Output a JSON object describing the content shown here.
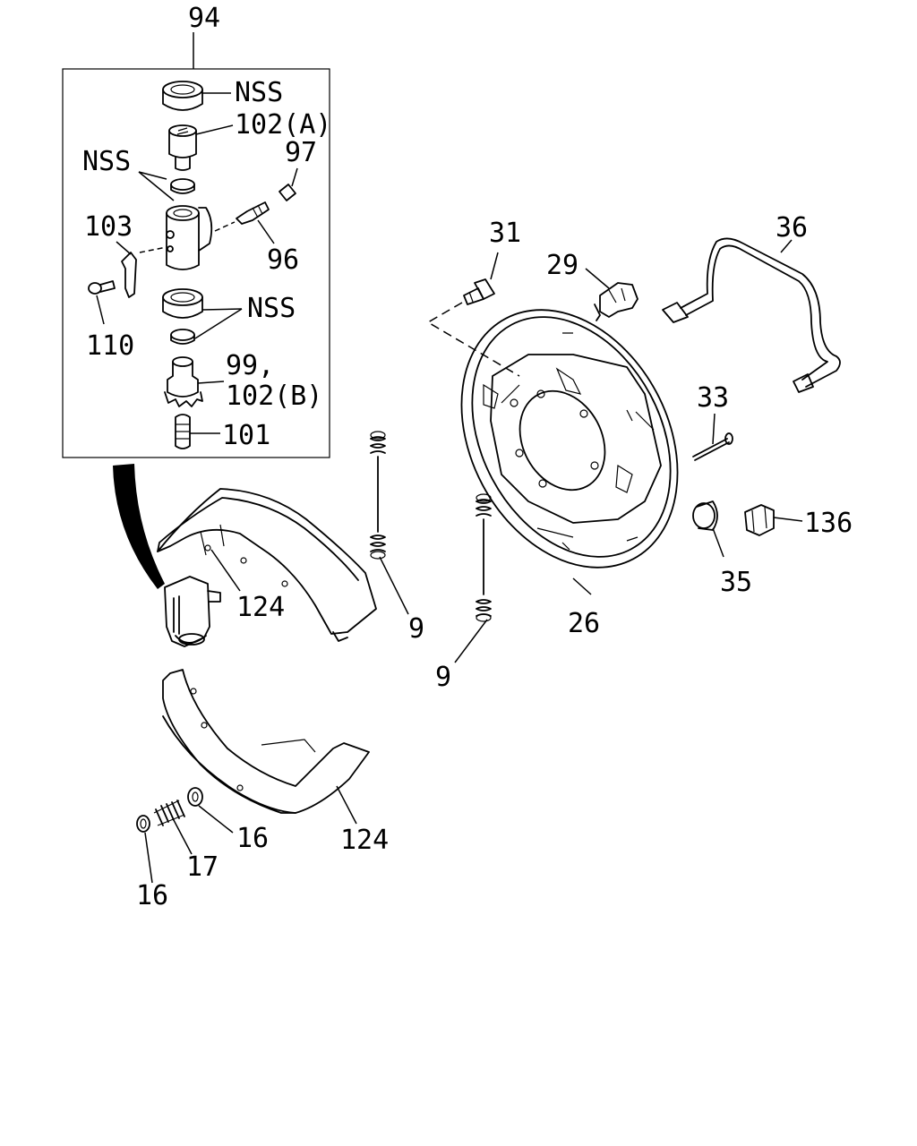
{
  "labels": {
    "l94": "94",
    "nss_top": "NSS",
    "l102a": "102(A)",
    "l97": "97",
    "nss_left": "NSS",
    "l103": "103",
    "l96": "96",
    "nss_mid": "NSS",
    "l110": "110",
    "l99": "99,",
    "l102b": "102(B)",
    "l101": "101",
    "l31": "31",
    "l29": "29",
    "l36": "36",
    "l33": "33",
    "l136": "136",
    "l35": "35",
    "l26": "26",
    "l124_upper": "124",
    "l9_right": "9",
    "l9_left": "9",
    "l124_lower": "124",
    "l16_right": "16",
    "l17": "17",
    "l16_left": "16"
  }
}
